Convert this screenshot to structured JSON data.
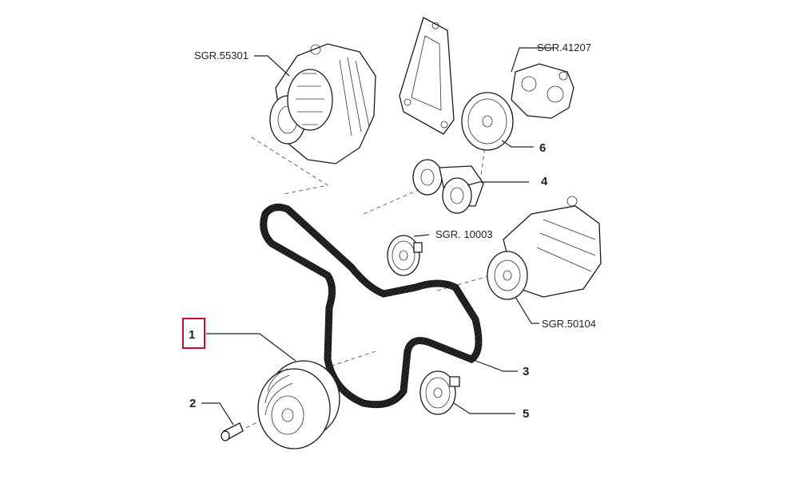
{
  "parts": [
    {
      "id": "alternator",
      "ref": "SGR.55301"
    },
    {
      "id": "power-steering-pump",
      "ref": "SGR.41207"
    },
    {
      "id": "idler-pulley",
      "ref": "SGR. 10003"
    },
    {
      "id": "ac-compressor",
      "ref": "SGR.50104"
    }
  ],
  "callouts": [
    {
      "number": "1",
      "part": "crankshaft-pulley",
      "highlighted": true
    },
    {
      "number": "2",
      "part": "bolt"
    },
    {
      "number": "3",
      "part": "drive-belt"
    },
    {
      "number": "4",
      "part": "tensioner"
    },
    {
      "number": "5",
      "part": "lower-idler-pulley"
    },
    {
      "number": "6",
      "part": "pump-pulley"
    }
  ],
  "colors": {
    "highlight": "#c8102e",
    "line": "#222222"
  }
}
